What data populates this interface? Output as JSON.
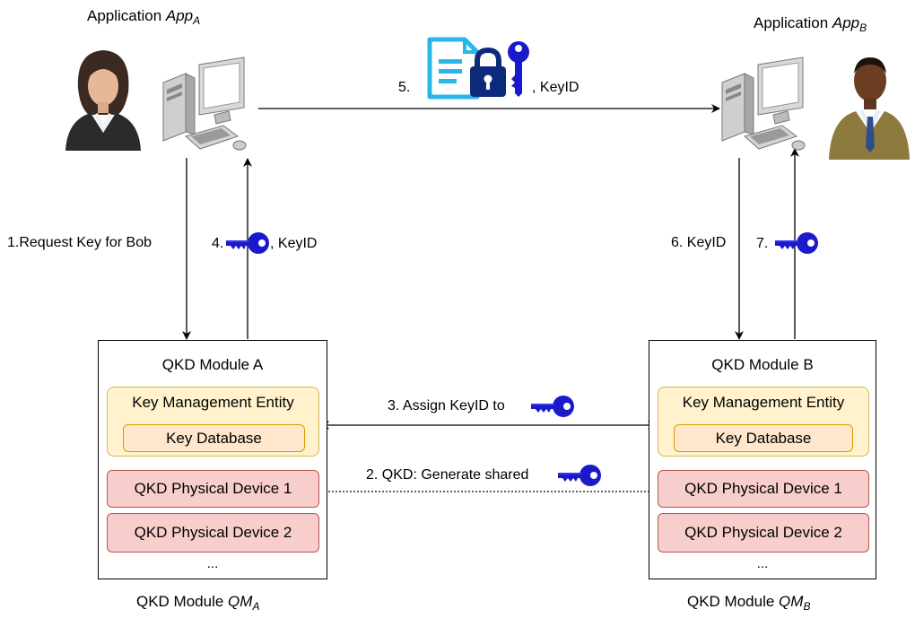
{
  "app_a": {
    "prefix": "Application ",
    "name": "App",
    "sub": "A"
  },
  "app_b": {
    "prefix": "Application ",
    "name": "App",
    "sub": "B"
  },
  "steps": {
    "s1": "1.Request Key for Bob",
    "s4_num": "4.",
    "s4_suffix": ", KeyID",
    "s5_num": "5.",
    "s5_suffix": ", KeyID",
    "s6": "6. KeyID",
    "s7_num": "7.",
    "s3": "3. Assign KeyID to",
    "s2": "2. QKD: Generate shared"
  },
  "module_a": {
    "title": "QKD Module A",
    "kme": "Key Management Entity",
    "kdb": "Key Database",
    "dev1": "QKD Physical Device 1",
    "dev2": "QKD Physical Device 2",
    "more": "...",
    "caption_prefix": "QKD Module ",
    "caption_name": "QM",
    "caption_sub": "A"
  },
  "module_b": {
    "title": "QKD Module B",
    "kme": "Key Management Entity",
    "kdb": "Key Database",
    "dev1": "QKD Physical Device 1",
    "dev2": "QKD Physical Device 2",
    "more": "...",
    "caption_prefix": "QKD Module ",
    "caption_name": "QM",
    "caption_sub": "B"
  },
  "icons": [
    "user-female-icon",
    "user-male-icon",
    "computer-icon",
    "key-icon",
    "encrypted-document-icon"
  ],
  "colors": {
    "key": "#1a1acc",
    "document": "#29b6e8",
    "lock": "#0d2b7a",
    "kme_fill": "#fff2cc",
    "kme_border": "#d6b656",
    "kdb_fill": "#ffe6cc",
    "kdb_border": "#d79b00",
    "device_fill": "#f8cecc",
    "device_border": "#b85450"
  }
}
